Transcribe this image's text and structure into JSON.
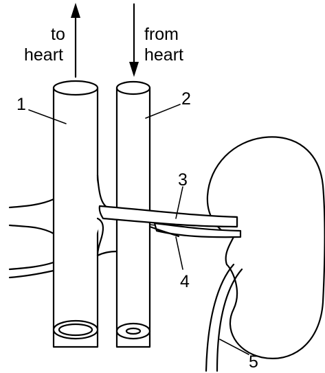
{
  "arrows": {
    "to_heart_line1": "to",
    "to_heart_line2": "heart",
    "from_heart_line1": "from",
    "from_heart_line2": "heart"
  },
  "labels": {
    "vessel_1": "1",
    "vessel_2": "2",
    "vessel_3": "3",
    "vessel_4": "4",
    "vessel_5": "5"
  }
}
